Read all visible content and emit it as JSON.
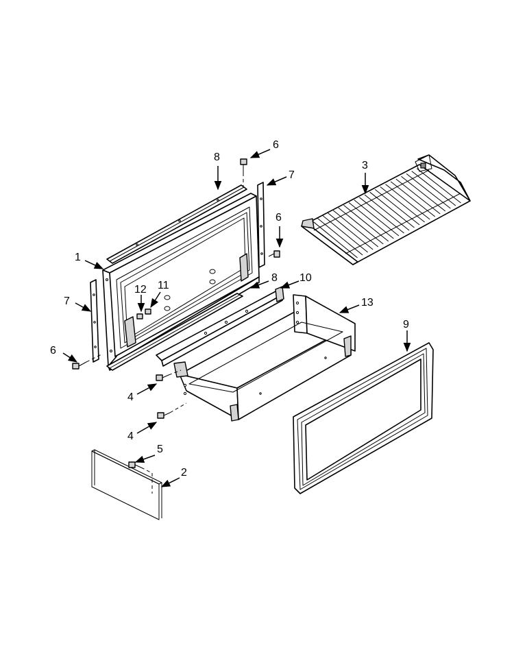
{
  "diagram": {
    "callouts": {
      "c1": "1",
      "c2": "2",
      "c3": "3",
      "c4a": "4",
      "c4b": "4",
      "c5": "5",
      "c6_top": "6",
      "c6_mid": "6",
      "c6_left": "6",
      "c7_right": "7",
      "c7_left": "7",
      "c8_top": "8",
      "c8_mid": "8",
      "c9": "9",
      "c10": "10",
      "c11": "11",
      "c12": "12",
      "c13": "13"
    }
  }
}
